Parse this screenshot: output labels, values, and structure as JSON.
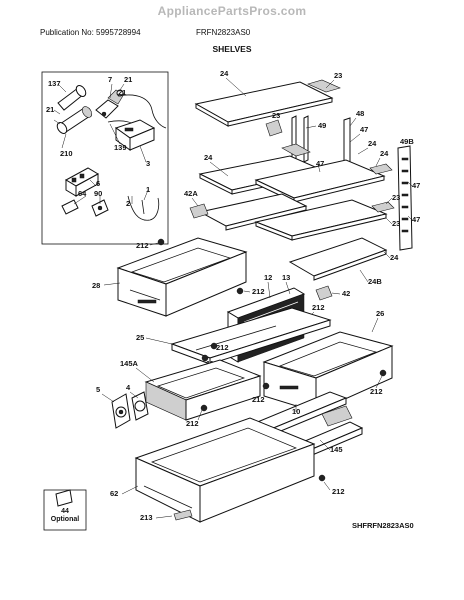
{
  "header": {
    "site": "AppliancePartsPros.com",
    "publication": "Publication No: 5995728994",
    "model": "FRFN2823AS0",
    "section_title": "SHELVES"
  },
  "optional_label": [
    "44",
    "Optional"
  ],
  "footer_code": "SHFRFN2823AS0",
  "callouts": {
    "c137": "137",
    "c7": "7",
    "c21a": "21",
    "c21b": "21",
    "c21c": "21",
    "c139": "139",
    "c210": "210",
    "c3": "3",
    "c6": "6",
    "c64": "64",
    "c90": "90",
    "c1": "1",
    "c2": "2",
    "c24a": "24",
    "c23a": "23",
    "c23b": "23",
    "c49": "49",
    "c48": "48",
    "c47a": "47",
    "c24b": "24",
    "c47b": "47",
    "c24c": "24",
    "c49b": "49B",
    "c42a": "42A",
    "c47c": "47",
    "c23c": "23",
    "c23d": "23",
    "c47d": "47",
    "c212a": "212",
    "c24d": "24",
    "c12": "12",
    "c13": "13",
    "c24b2": "24B",
    "c42": "42",
    "c28": "28",
    "c212b": "212",
    "c212c": "212",
    "c26": "26",
    "c25": "25",
    "c212d": "212",
    "c11": "11",
    "c145a": "145A",
    "c212e": "212",
    "c5": "5",
    "c4": "4",
    "c212f": "212",
    "c212g": "212",
    "c10": "10",
    "c212h": "212",
    "c145": "145",
    "c62": "62",
    "c212i": "212",
    "c213": "213"
  }
}
